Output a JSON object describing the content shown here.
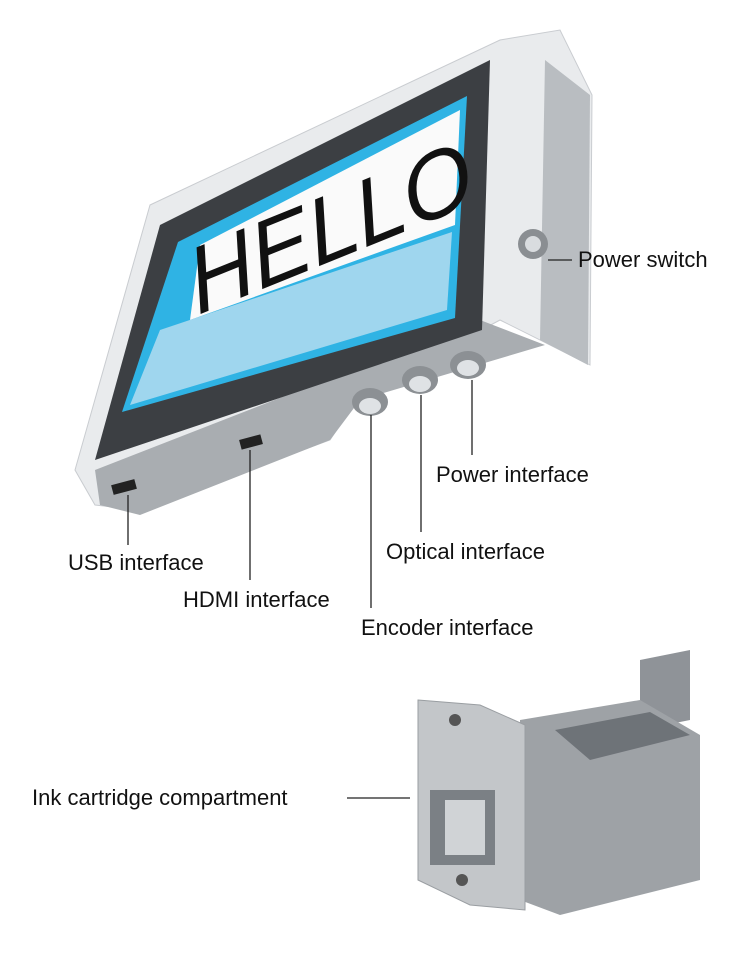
{
  "screen": {
    "display_text": "HELLO"
  },
  "labels": {
    "power_switch": "Power switch",
    "power_interface": "Power interface",
    "optical_interface": "Optical interface",
    "usb_interface": "USB interface",
    "hdmi_interface": "HDMI interface",
    "encoder_interface": "Encoder interface",
    "ink_cartridge": "Ink cartridge compartment"
  },
  "colors": {
    "screen_blue": "#2fb3e4",
    "housing": "#e9ebed",
    "metal": "#a7abaf"
  }
}
